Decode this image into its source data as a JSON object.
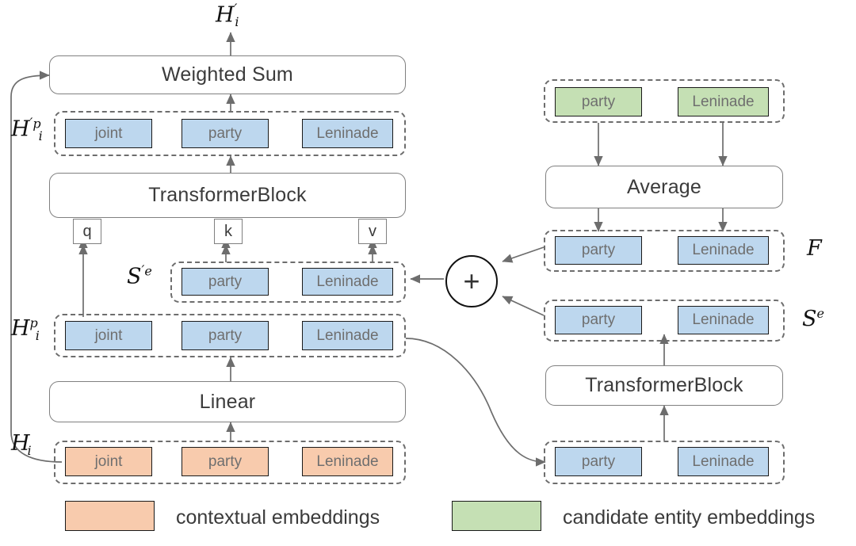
{
  "diagram": {
    "title_label": "H'_i",
    "blocks": {
      "weighted_sum": "Weighted Sum",
      "transformer_block_left": "TransformerBlock",
      "linear": "Linear",
      "average": "Average",
      "transformer_block_right": "TransformerBlock"
    },
    "qkv": {
      "q": "q",
      "k": "k",
      "v": "v"
    },
    "operator": {
      "plus": "+"
    },
    "labels": {
      "output": {
        "base": "H",
        "sub": "i",
        "prime": "′",
        "sup": ""
      },
      "h_prime_p": {
        "base": "H",
        "sub": "i",
        "prime": "′",
        "sup": "p"
      },
      "h_p": {
        "base": "H",
        "sub": "i",
        "prime": "",
        "sup": "p"
      },
      "h": {
        "base": "H",
        "sub": "i",
        "prime": "",
        "sup": ""
      },
      "s_prime_e": {
        "base": "S",
        "sub": "",
        "prime": "′",
        "sup": "e"
      },
      "f": {
        "base": "F",
        "sub": "",
        "prime": "",
        "sup": ""
      },
      "s_e": {
        "base": "S",
        "sub": "",
        "prime": "",
        "sup": "e"
      }
    },
    "rows": {
      "h_prime_p_tokens": [
        "joint",
        "party",
        "Leninade"
      ],
      "s_prime_e_tokens": [
        "party",
        "Leninade"
      ],
      "h_p_tokens": [
        "joint",
        "party",
        "Leninade"
      ],
      "h_tokens": [
        "joint",
        "party",
        "Leninade"
      ],
      "candidate_tokens": [
        "party",
        "Leninade"
      ],
      "f_tokens": [
        "party",
        "Leninade"
      ],
      "s_e_tokens": [
        "party",
        "Leninade"
      ],
      "entity_input_tokens": [
        "party",
        "Leninade"
      ]
    },
    "legend": [
      {
        "color": "#f8cbad",
        "label": "contextual embeddings"
      },
      {
        "color": "#c5e0b4",
        "label": "candidate entity embeddings"
      }
    ],
    "colors": {
      "blue": "#bdd7ee",
      "green": "#c5e0b4",
      "orange": "#f8cbad",
      "line": "#6d6d6d",
      "text": "#6f6f6f"
    }
  }
}
